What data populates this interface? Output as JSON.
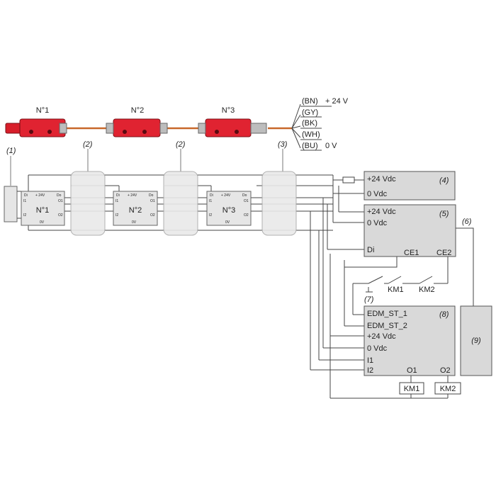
{
  "sensors": [
    {
      "label": "N°1"
    },
    {
      "label": "N°2"
    },
    {
      "label": "N°3"
    }
  ],
  "wires": [
    {
      "code": "(BN)",
      "value": "+ 24 V"
    },
    {
      "code": "(GY)",
      "value": ""
    },
    {
      "code": "(BK)",
      "value": ""
    },
    {
      "code": "(WH)",
      "value": ""
    },
    {
      "code": "(BU)",
      "value": "0 V"
    }
  ],
  "callouts": {
    "c1": "(1)",
    "c2a": "(2)",
    "c2b": "(2)",
    "c3": "(3)",
    "c4": "(4)",
    "c5": "(5)",
    "c6": "(6)",
    "c7": "(7)",
    "c8": "(8)",
    "c9": "(9)"
  },
  "module_pins": {
    "di": "Di",
    "v24": "+ 24V",
    "do": "Do",
    "i1": "I1",
    "o1": "O1",
    "i2": "I2",
    "o2": "O2",
    "zero": "0V"
  },
  "power_supply": {
    "v24": "+24 Vdc",
    "v0": "0 Vdc"
  },
  "relay": {
    "v24": "+24 Vdc",
    "v0": "0 Vdc",
    "di": "Di",
    "ce1": "CE1",
    "ce2": "CE2"
  },
  "contactors": {
    "km1": "KM1",
    "km2": "KM2"
  },
  "safety": {
    "edm1": "EDM_ST_1",
    "edm2": "EDM_ST_2",
    "v24": "+24 Vdc",
    "v0": "0 Vdc",
    "i1": "I1",
    "i2": "I2",
    "o1": "O1",
    "o2": "O2"
  },
  "outputs": {
    "km1": "KM1",
    "km2": "KM2"
  }
}
